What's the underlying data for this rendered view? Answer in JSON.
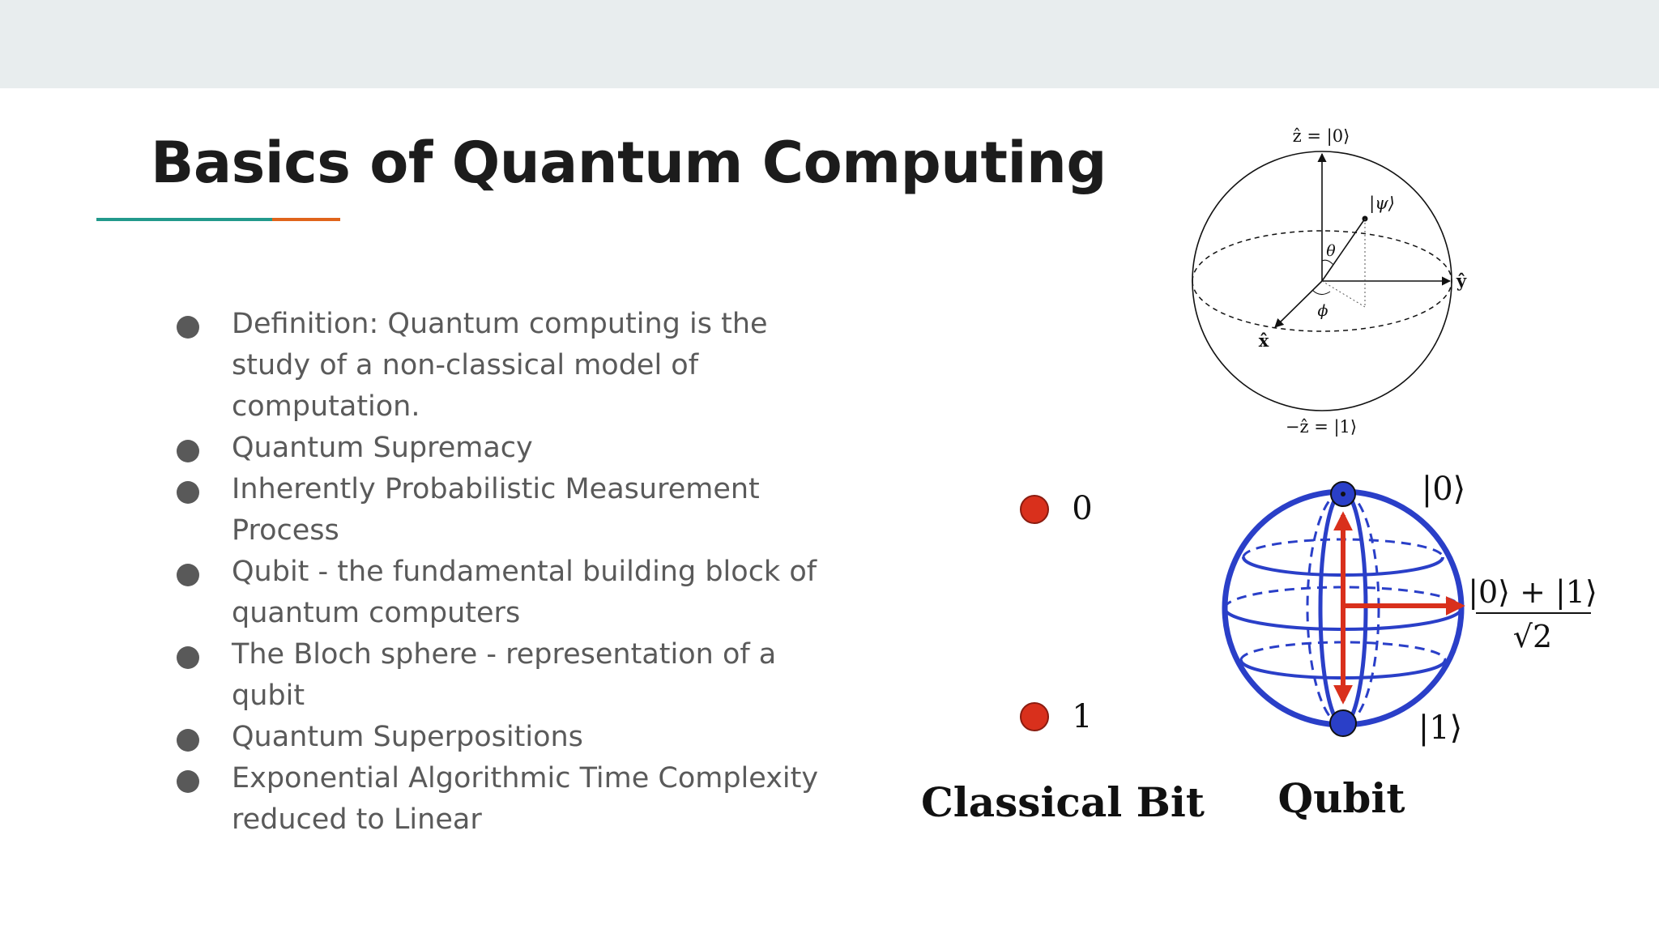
{
  "slide": {
    "title": "Basics of Quantum Computing",
    "bullets": [
      "Definition: Quantum computing is the study of a non-classical model of computation.",
      "Quantum Supremacy",
      "Inherently Probabilistic Measurement Process",
      "Qubit - the fundamental building block of quantum computers",
      "The Bloch sphere - representation of a qubit",
      "Quantum Superpositions",
      "Exponential Algorithmic Time Complexity reduced to Linear"
    ]
  },
  "bloch_sphere": {
    "top_label": "ẑ = |0⟩",
    "bottom_label": "−ẑ = |1⟩",
    "x_label": "x̂",
    "y_label": "ŷ",
    "psi_label": "|ψ⟩",
    "theta_label": "θ",
    "phi_label": "ϕ"
  },
  "comparison": {
    "classical_zero": "0",
    "classical_one": "1",
    "classical_caption": "Classical Bit",
    "qubit_caption": "Qubit",
    "ket0": "|0⟩",
    "ket1": "|1⟩",
    "superposition_num": "|0⟩ + |1⟩",
    "superposition_den": "√2"
  },
  "colors": {
    "accent_teal": "#22998c",
    "accent_orange": "#e0641b",
    "sphere_blue": "#2a3fc8",
    "bit_red": "#d9301c"
  }
}
